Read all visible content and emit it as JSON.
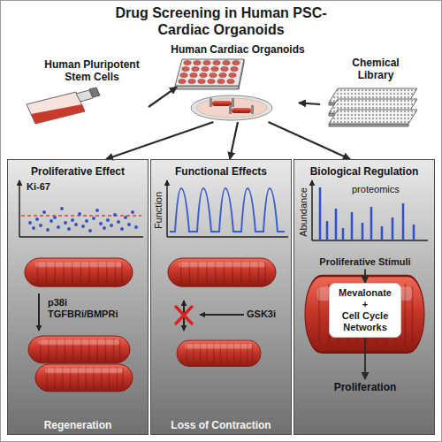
{
  "diagram": {
    "title": "Drug Screening in Human PSC-Cardiac Organoids",
    "nodes": [
      {
        "text": [
          "Human Pluripotent Stem Cells"
        ]
      },
      {
        "text": [
          "Human Cardiac Organoids"
        ]
      },
      {
        "text": [
          "Chemical Library"
        ]
      },
      {
        "text": [
          "Proliferative Effect"
        ]
      },
      {
        "text": [
          "Functional Effects"
        ]
      },
      {
        "text": [
          "Biological Regulation"
        ]
      },
      {
        "text": [
          "Proliferative Stimuli"
        ],
        "in": 5
      },
      {
        "text": [
          "Mevalonate",
          "+",
          "Cell Cycle Networks"
        ],
        "in": 5
      },
      {
        "text": [
          "Proliferation"
        ],
        "in": 5
      }
    ],
    "edges": [
      {
        "from": 0,
        "to": 1,
        "arrow": "to"
      },
      {
        "from": 2,
        "to": 1,
        "arrow": "to"
      },
      {
        "from": 1,
        "to": 3,
        "arrow": "to"
      },
      {
        "from": 1,
        "to": 4,
        "arrow": "to"
      },
      {
        "from": 1,
        "to": 5,
        "arrow": "to"
      },
      {
        "from": 6,
        "to": 7,
        "arrow": "to"
      },
      {
        "from": 7,
        "to": 8,
        "arrow": "to"
      }
    ],
    "labels": [
      "Ki-67",
      "p38i TGFBRi/BMPRi",
      "Regeneration",
      "Function",
      "GSK3i",
      "Loss of Contraction",
      "Abundance",
      "proteomics"
    ]
  }
}
